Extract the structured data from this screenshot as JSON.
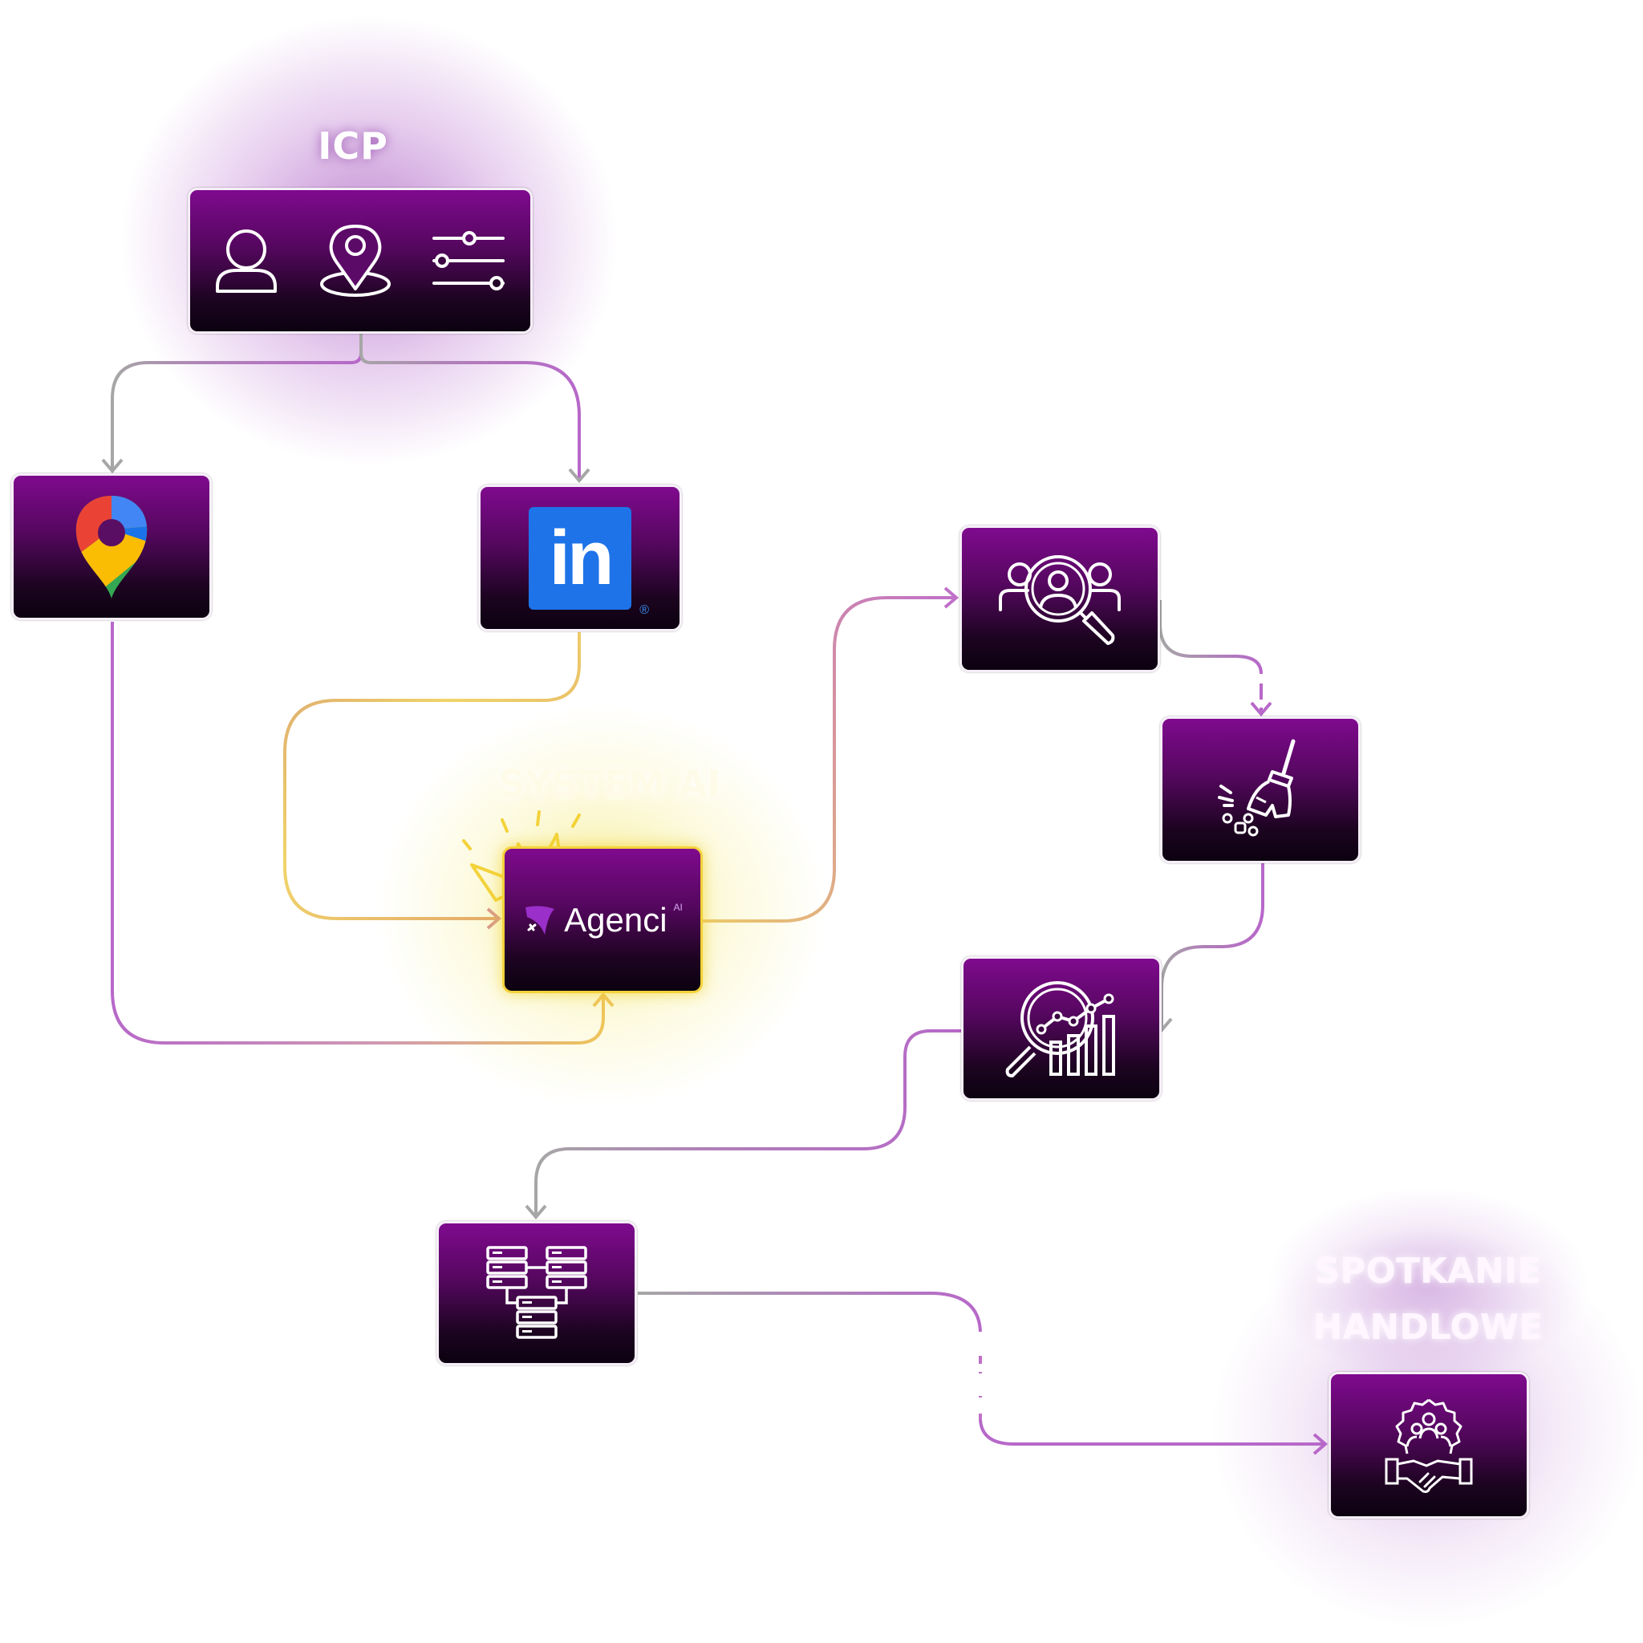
{
  "labels": {
    "icp": "ICP",
    "system_ai": "SYSTEM AI",
    "meeting": "SPOTKANIE HANDLOWE"
  },
  "brand": {
    "agenci_text": "Agenci",
    "agenci_sup": "AI",
    "linkedin_text": "in",
    "linkedin_reg": "®"
  },
  "nodes": [
    {
      "id": "icp",
      "icons": [
        "user-icon",
        "location-pin-icon",
        "sliders-icon"
      ]
    },
    {
      "id": "google-maps",
      "icons": [
        "google-maps-icon"
      ]
    },
    {
      "id": "linkedin",
      "icons": [
        "linkedin-icon"
      ]
    },
    {
      "id": "agenci-ai",
      "icons": [
        "agenci-logo-icon",
        "crown-icon"
      ]
    },
    {
      "id": "audience-search",
      "icons": [
        "audience-search-icon"
      ]
    },
    {
      "id": "data-cleaning",
      "icons": [
        "broom-icon"
      ]
    },
    {
      "id": "data-analysis",
      "icons": [
        "analytics-icon"
      ]
    },
    {
      "id": "database",
      "icons": [
        "server-database-icon"
      ]
    },
    {
      "id": "sales-meeting",
      "icons": [
        "handshake-team-icon"
      ]
    }
  ],
  "colors": {
    "node_top": "#7f0a8e",
    "node_bottom": "#0c0210",
    "connector_purple": "#b768c9",
    "connector_gray": "#a6a6a6",
    "connector_gold": "#f0d46a",
    "highlight_gold": "#f3d23a",
    "linkedin_blue": "#1e73e8"
  }
}
